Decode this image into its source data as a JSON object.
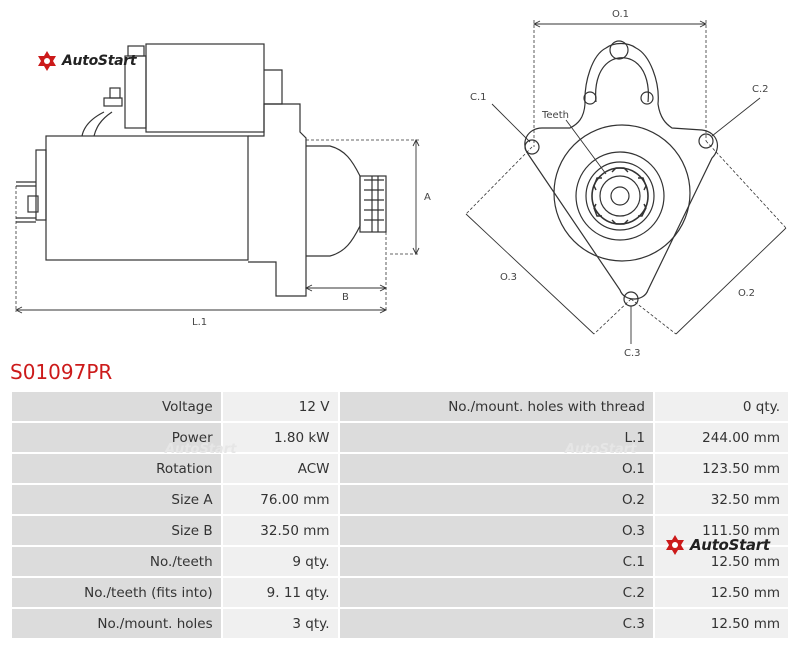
{
  "brand": {
    "name": "AutoStart",
    "accent_color": "#cc1a1a"
  },
  "part_number": "S01097PR",
  "drawing_labels": {
    "A": "A",
    "B": "B",
    "L1": "L.1",
    "O1": "O.1",
    "O2": "O.2",
    "O3": "O.3",
    "C1": "C.1",
    "C2": "C.2",
    "C3": "C.3",
    "teeth": "Teeth"
  },
  "specs": [
    {
      "label": "Voltage",
      "value": "12 V",
      "label2": "No./mount. holes with thread",
      "value2": "0 qty."
    },
    {
      "label": "Power",
      "value": "1.80 kW",
      "label2": "L.1",
      "value2": "244.00 mm"
    },
    {
      "label": "Rotation",
      "value": "ACW",
      "label2": "O.1",
      "value2": "123.50 mm"
    },
    {
      "label": "Size A",
      "value": "76.00 mm",
      "label2": "O.2",
      "value2": "32.50 mm"
    },
    {
      "label": "Size B",
      "value": "32.50 mm",
      "label2": "O.3",
      "value2": "111.50 mm"
    },
    {
      "label": "No./teeth",
      "value": "9 qty.",
      "label2": "C.1",
      "value2": "12.50 mm"
    },
    {
      "label": "No./teeth (fits into)",
      "value": "9. 11 qty.",
      "label2": "C.2",
      "value2": "12.50 mm"
    },
    {
      "label": "No./mount. holes",
      "value": "3 qty.",
      "label2": "C.3",
      "value2": "12.50 mm"
    }
  ]
}
